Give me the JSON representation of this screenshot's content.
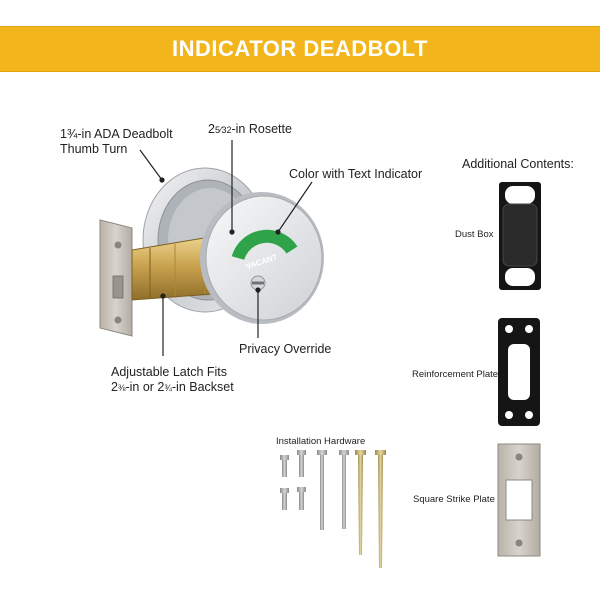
{
  "banner": {
    "title": "INDICATOR DEADBOLT"
  },
  "colors": {
    "banner": "#f2b51b",
    "indicator_green": "#2fa34a",
    "black_plate": "#151515",
    "satin_nickel": "#c9c4bc"
  },
  "callouts": {
    "thumb_turn_line1": "1¾-in ADA Deadbolt",
    "thumb_turn_line2": "Thumb Turn",
    "rosette_prefix": "2",
    "rosette_fraction": "5⁄32",
    "rosette_suffix": "-in Rosette",
    "color_indicator": "Color with Text Indicator",
    "privacy_override": "Privacy Override",
    "latch_line1": "Adjustable Latch Fits",
    "latch_line2_a": "2",
    "latch_line2_frac_a": "⅜",
    "latch_line2_b": "-in or 2",
    "latch_line2_frac_b": "¾",
    "latch_line2_c": "-in Backset"
  },
  "indicator_text": "VACANT",
  "additional": {
    "heading": "Additional Contents:",
    "dust_box": "Dust Box",
    "reinforcement_plate": "Reinforcement Plate",
    "square_strike_plate": "Square Strike Plate",
    "installation_hardware": "Installation Hardware"
  }
}
